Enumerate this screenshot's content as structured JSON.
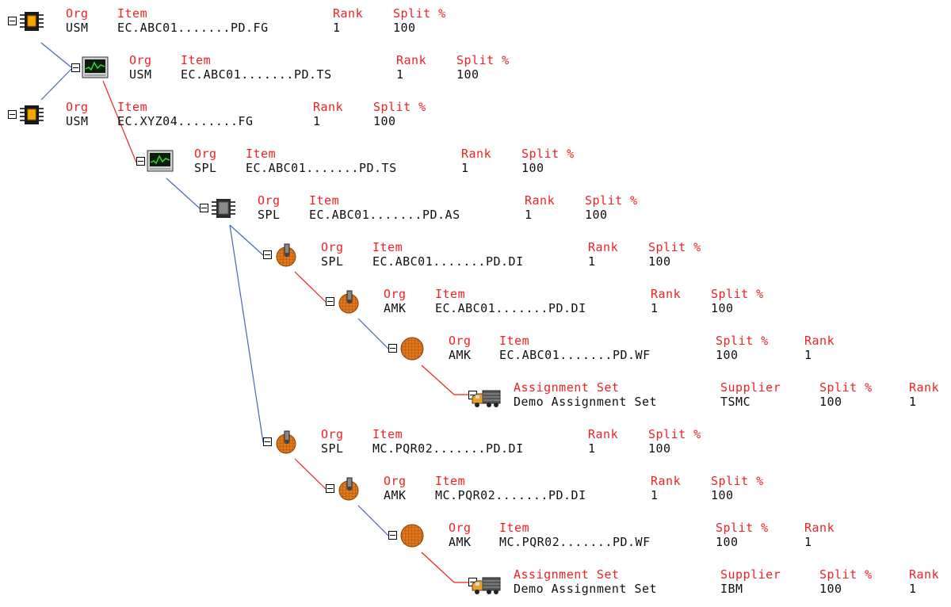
{
  "nodes": [
    {
      "icon": "chip-gold-icon",
      "headers": [
        "Org",
        "Item",
        "Rank",
        "Split %"
      ],
      "values": [
        "USM",
        "EC.ABC01.......PD.FG",
        "1",
        "100"
      ]
    },
    {
      "icon": "monitor-icon",
      "headers": [
        "Org",
        "Item",
        "Rank",
        "Split %"
      ],
      "values": [
        "USM",
        "EC.ABC01.......PD.TS",
        "1",
        "100"
      ]
    },
    {
      "icon": "chip-gold-icon",
      "headers": [
        "Org",
        "Item",
        "Rank",
        "Split %"
      ],
      "values": [
        "USM",
        "EC.XYZ04........FG",
        "1",
        "100"
      ]
    },
    {
      "icon": "monitor-icon",
      "headers": [
        "Org",
        "Item",
        "Rank",
        "Split %"
      ],
      "values": [
        "SPL",
        "EC.ABC01.......PD.TS",
        "1",
        "100"
      ]
    },
    {
      "icon": "chip-grey-icon",
      "headers": [
        "Org",
        "Item",
        "Rank",
        "Split %"
      ],
      "values": [
        "SPL",
        "EC.ABC01.......PD.AS",
        "1",
        "100"
      ]
    },
    {
      "icon": "wafer-probe-icon",
      "headers": [
        "Org",
        "Item",
        "Rank",
        "Split %"
      ],
      "values": [
        "SPL",
        "EC.ABC01.......PD.DI",
        "1",
        "100"
      ]
    },
    {
      "icon": "wafer-probe-icon",
      "headers": [
        "Org",
        "Item",
        "Rank",
        "Split %"
      ],
      "values": [
        "AMK",
        "EC.ABC01.......PD.DI",
        "1",
        "100"
      ]
    },
    {
      "icon": "wafer-icon",
      "headers": [
        "Org",
        "Item",
        "Split %",
        "Rank"
      ],
      "values": [
        "AMK",
        "EC.ABC01.......PD.WF",
        "100",
        "1"
      ]
    },
    {
      "icon": "truck-icon",
      "headers": [
        "Assignment Set",
        "Supplier",
        "Split %",
        "Rank"
      ],
      "values": [
        "Demo Assignment Set",
        "TSMC",
        "100",
        "1"
      ]
    },
    {
      "icon": "wafer-probe-icon",
      "headers": [
        "Org",
        "Item",
        "Rank",
        "Split %"
      ],
      "values": [
        "SPL",
        "MC.PQR02.......PD.DI",
        "1",
        "100"
      ]
    },
    {
      "icon": "wafer-probe-icon",
      "headers": [
        "Org",
        "Item",
        "Rank",
        "Split %"
      ],
      "values": [
        "AMK",
        "MC.PQR02.......PD.DI",
        "1",
        "100"
      ]
    },
    {
      "icon": "wafer-icon",
      "headers": [
        "Org",
        "Item",
        "Split %",
        "Rank"
      ],
      "values": [
        "AMK",
        "MC.PQR02.......PD.WF",
        "100",
        "1"
      ]
    },
    {
      "icon": "truck-icon",
      "headers": [
        "Assignment Set",
        "Supplier",
        "Split %",
        "Rank"
      ],
      "values": [
        "Demo Assignment Set",
        "IBM",
        "100",
        "1"
      ]
    }
  ],
  "colors": {
    "header": "#ee2222",
    "value": "#111111",
    "link_blue": "#4466bb",
    "link_red": "#ee2222"
  }
}
